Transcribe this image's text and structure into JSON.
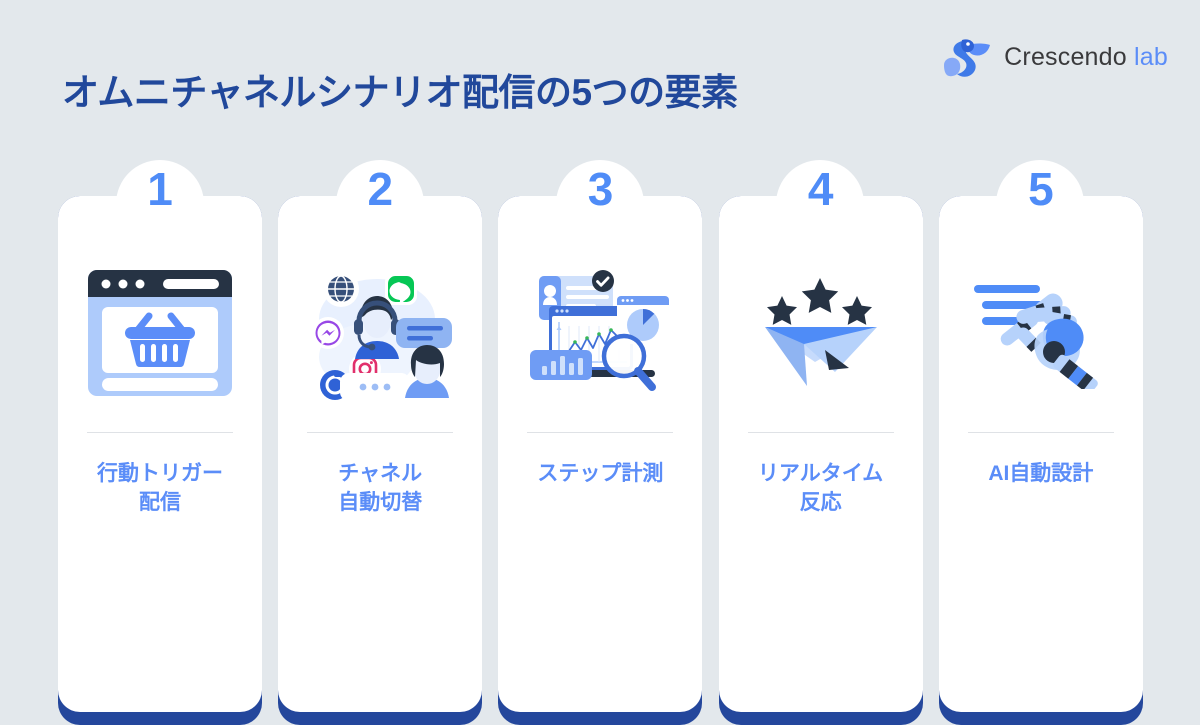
{
  "header": {
    "title": "オムニチャネルシナリオ配信の5つの要素",
    "brand": {
      "name": "Crescendo",
      "suffix": "lab",
      "logo_icon": "pelican-logo-icon"
    }
  },
  "colors": {
    "background": "#e3e8ec",
    "title_navy": "#21489b",
    "accent_blue": "#5b8df8",
    "number_blue": "#4f8cf7",
    "card_base_navy": "#24479c",
    "card_white": "#ffffff",
    "divider": "#dfe2e6",
    "icon_dark": "#263344",
    "icon_light_blue": "#aecbfb",
    "brand_text": "#3a3a3c"
  },
  "cards": [
    {
      "number": "1",
      "label": "行動トリガー\n配信",
      "icon": "browser-shopping-basket-icon"
    },
    {
      "number": "2",
      "label": "チャネル\n自動切替",
      "icon": "omnichannel-agent-icon"
    },
    {
      "number": "3",
      "label": "ステップ計測",
      "icon": "analytics-dashboard-icon"
    },
    {
      "number": "4",
      "label": "リアルタイム\n反応",
      "icon": "paper-plane-stars-icon"
    },
    {
      "number": "5",
      "label": "AI自動設計",
      "icon": "robot-hand-icon"
    }
  ]
}
